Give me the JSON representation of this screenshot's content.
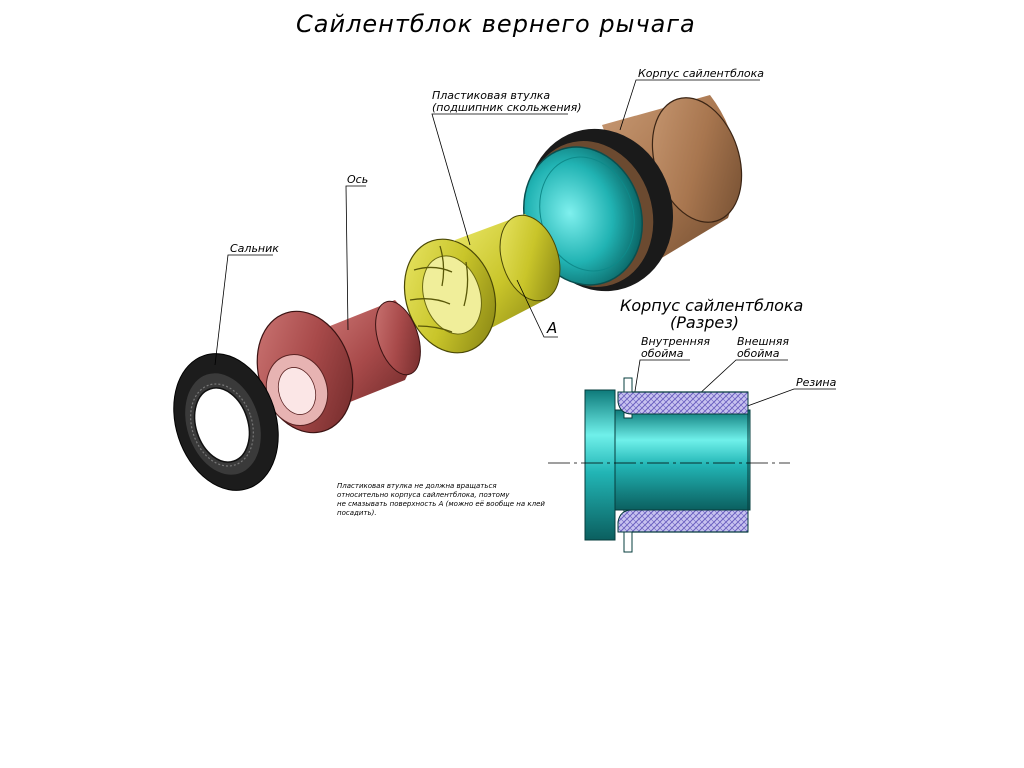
{
  "title": "Сайлентблок вернего рычага",
  "labels": {
    "seal": "Сальник",
    "axis": "Ось",
    "bushing_line1": "Пластиковая втулка",
    "bushing_line2": "(подшипник скольжения)",
    "housing": "Корпус сайлентблока",
    "surface_a": "А"
  },
  "section": {
    "title_line1": "Корпус сайлентблока",
    "title_line2": "(Разрез)",
    "inner_line1": "Внутренняя",
    "inner_line2": "обойма",
    "outer_line1": "Внешняя",
    "outer_line2": "обойма",
    "rubber": "Резина"
  },
  "note": {
    "line1": "Пластиковая втулка не должна вращаться",
    "line2": "относительно корпуса сайлентблока, поэтому",
    "line3": "не смазывать поверхность А (можно её вообще на клей",
    "line4": "посадить)."
  },
  "colors": {
    "housing_brown": "#a8764f",
    "teal": "#21b3b3",
    "bushing_yellow": "#c9c52a",
    "axis_red": "#a84a4a",
    "seal_black": "#1c1c1c",
    "rubber_hatch": "#8a7fd0"
  }
}
